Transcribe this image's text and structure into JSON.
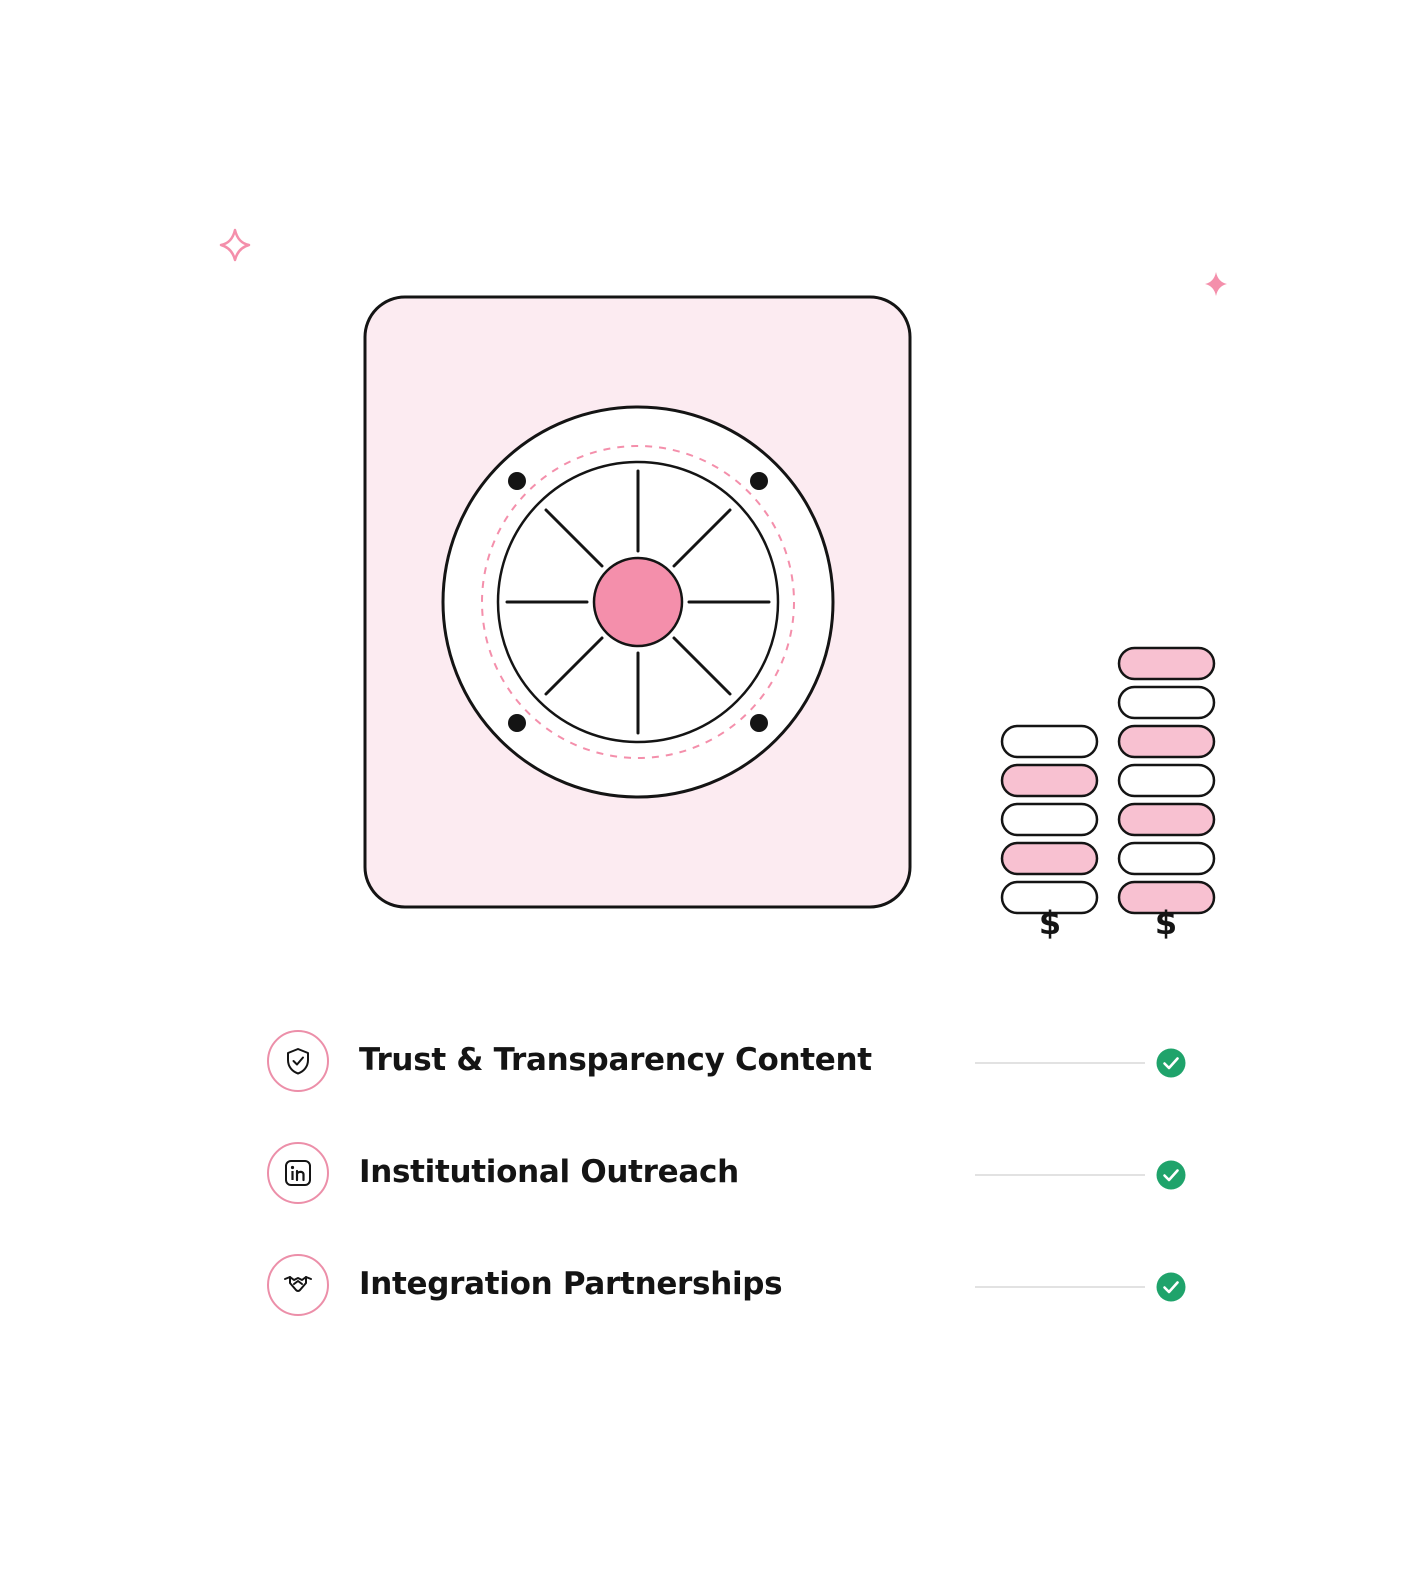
{
  "colors": {
    "accent_pink": "#f48fab",
    "light_pink_fill": "#fcebf1",
    "coin_pink": "#f8c1d1",
    "outline": "#141414",
    "check_green": "#1fa36b"
  },
  "illustration": {
    "vault_icon": "vault-dial",
    "coin_stacks": [
      {
        "label": "$",
        "coins": [
          "white",
          "pink",
          "white",
          "pink",
          "white"
        ]
      },
      {
        "label": "$",
        "coins": [
          "pink",
          "white",
          "pink",
          "white",
          "pink",
          "white",
          "pink"
        ]
      }
    ]
  },
  "checklist": [
    {
      "icon": "shield-check-icon",
      "label": "Trust & Transparency Content",
      "status": "check-icon"
    },
    {
      "icon": "linkedin-icon",
      "label": "Institutional Outreach",
      "status": "check-icon"
    },
    {
      "icon": "handshake-icon",
      "label": "Integration Partnerships",
      "status": "check-icon"
    }
  ]
}
